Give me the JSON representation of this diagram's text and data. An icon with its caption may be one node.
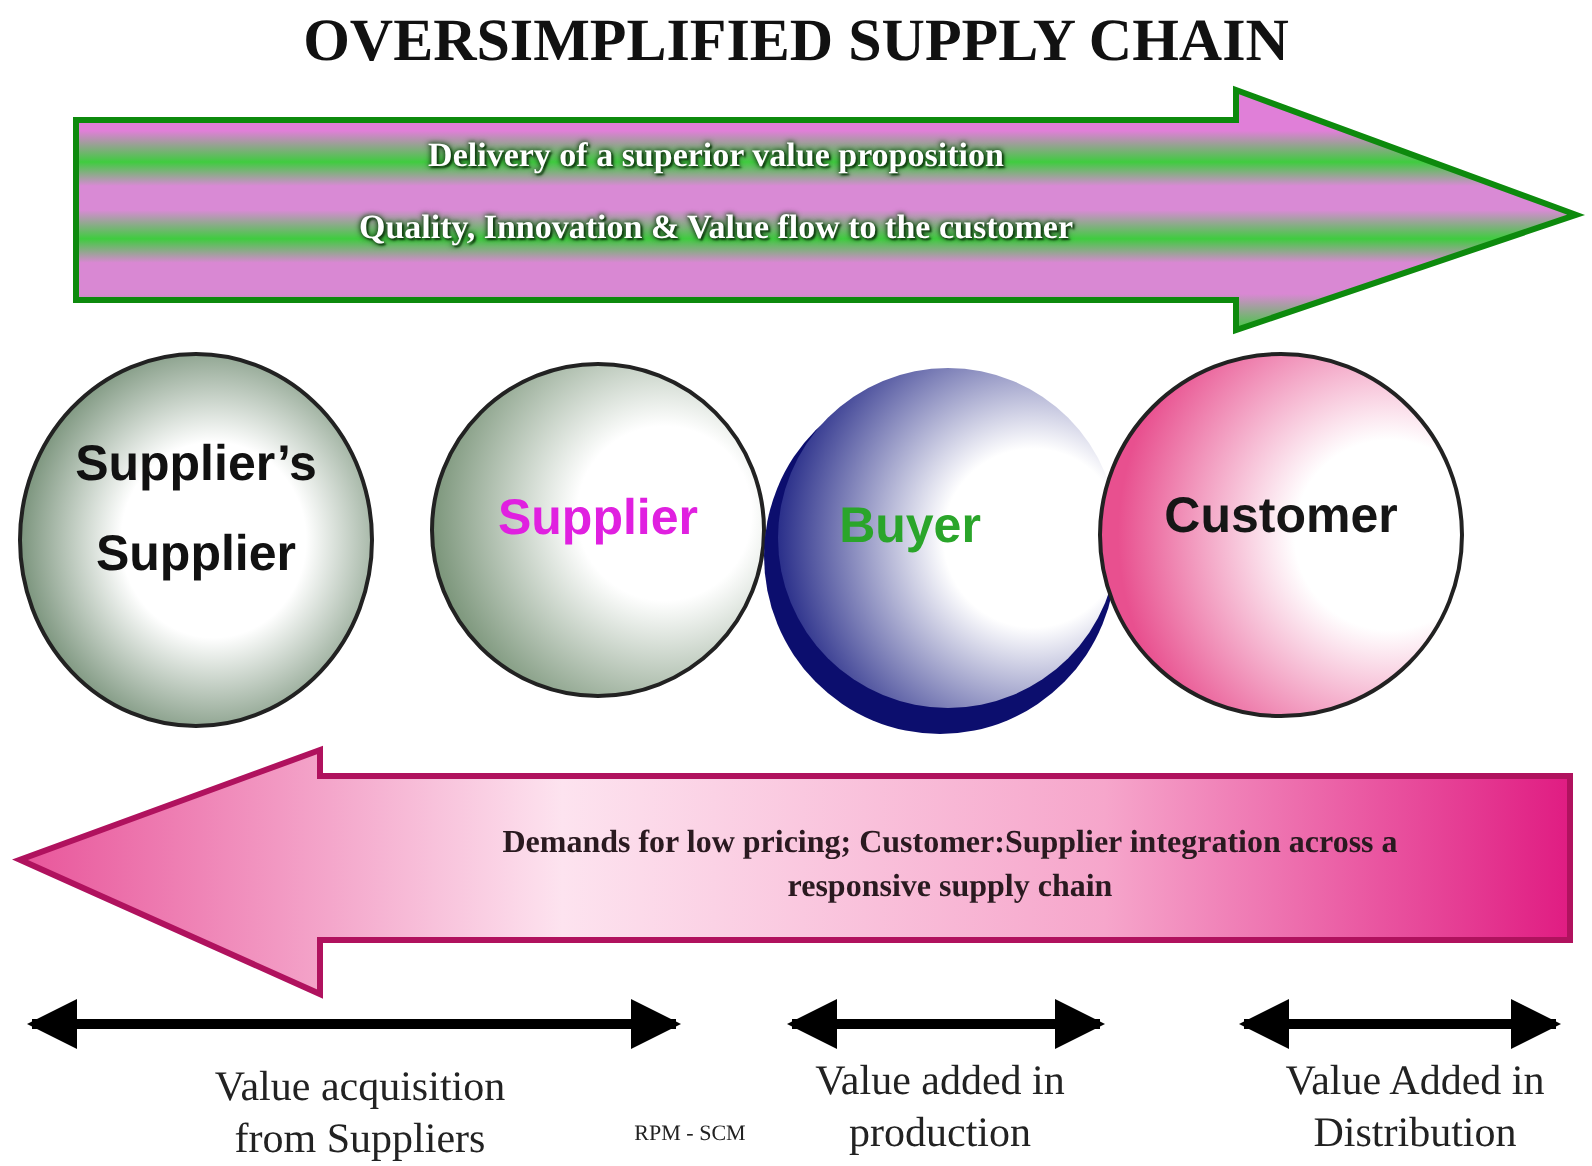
{
  "diagram": {
    "title": "OVERSIMPLIFIED SUPPLY CHAIN",
    "nodes": [
      {
        "text": [
          "Delivery of a superior value proposition",
          "Quality, Innovation & Value flow to the customer"
        ]
      },
      {
        "text": [
          "Supplier’s Supplier"
        ]
      },
      {
        "text": [
          "Supplier"
        ]
      },
      {
        "text": [
          "Buyer"
        ]
      },
      {
        "text": [
          "Customer"
        ]
      },
      {
        "text": [
          "Demands for low pricing; Customer:Supplier integration across a responsive supply chain"
        ]
      }
    ],
    "labels": [
      "Value acquisition from Suppliers",
      "RPM - SCM",
      "Value added in production",
      "Value Added in Distribution"
    ]
  }
}
